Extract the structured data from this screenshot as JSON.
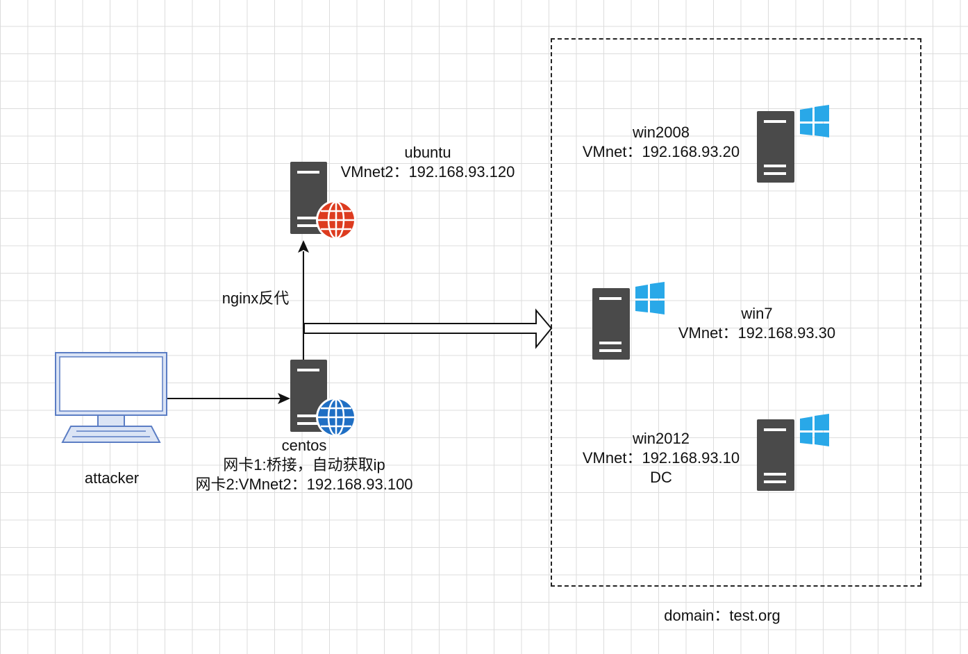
{
  "colors": {
    "server_body": "#4a4a4a",
    "server_highlight": "#ffffff",
    "globe_red": "#dd3b1f",
    "globe_blue": "#1f6fc4",
    "windows_blue": "#29a8e8",
    "monitor_frame": "#5b7dc4",
    "line": "#111111"
  },
  "icons": {
    "attacker": "desktop-monitor-icon",
    "ubuntu": "web-server-red-globe-icon",
    "centos": "web-server-blue-globe-icon",
    "win2008": "windows-server-icon",
    "win7": "windows-server-icon",
    "win2012": "windows-server-icon"
  },
  "nodes": {
    "attacker": {
      "name": "attacker"
    },
    "ubuntu": {
      "name": "ubuntu",
      "ip": "VMnet2：192.168.93.120"
    },
    "centos": {
      "name": "centos",
      "nic1": "网卡1:桥接，自动获取ip",
      "nic2": "网卡2:VMnet2：192.168.93.100"
    },
    "win2008": {
      "name": "win2008",
      "ip": "VMnet：192.168.93.20"
    },
    "win7": {
      "name": "win7",
      "ip": "VMnet：192.168.93.30"
    },
    "win2012": {
      "name": "win2012",
      "ip": "VMnet：192.168.93.10",
      "role": "DC"
    }
  },
  "edges": {
    "nginx_label": "nginx反代"
  },
  "domain": {
    "label": "domain：test.org"
  }
}
